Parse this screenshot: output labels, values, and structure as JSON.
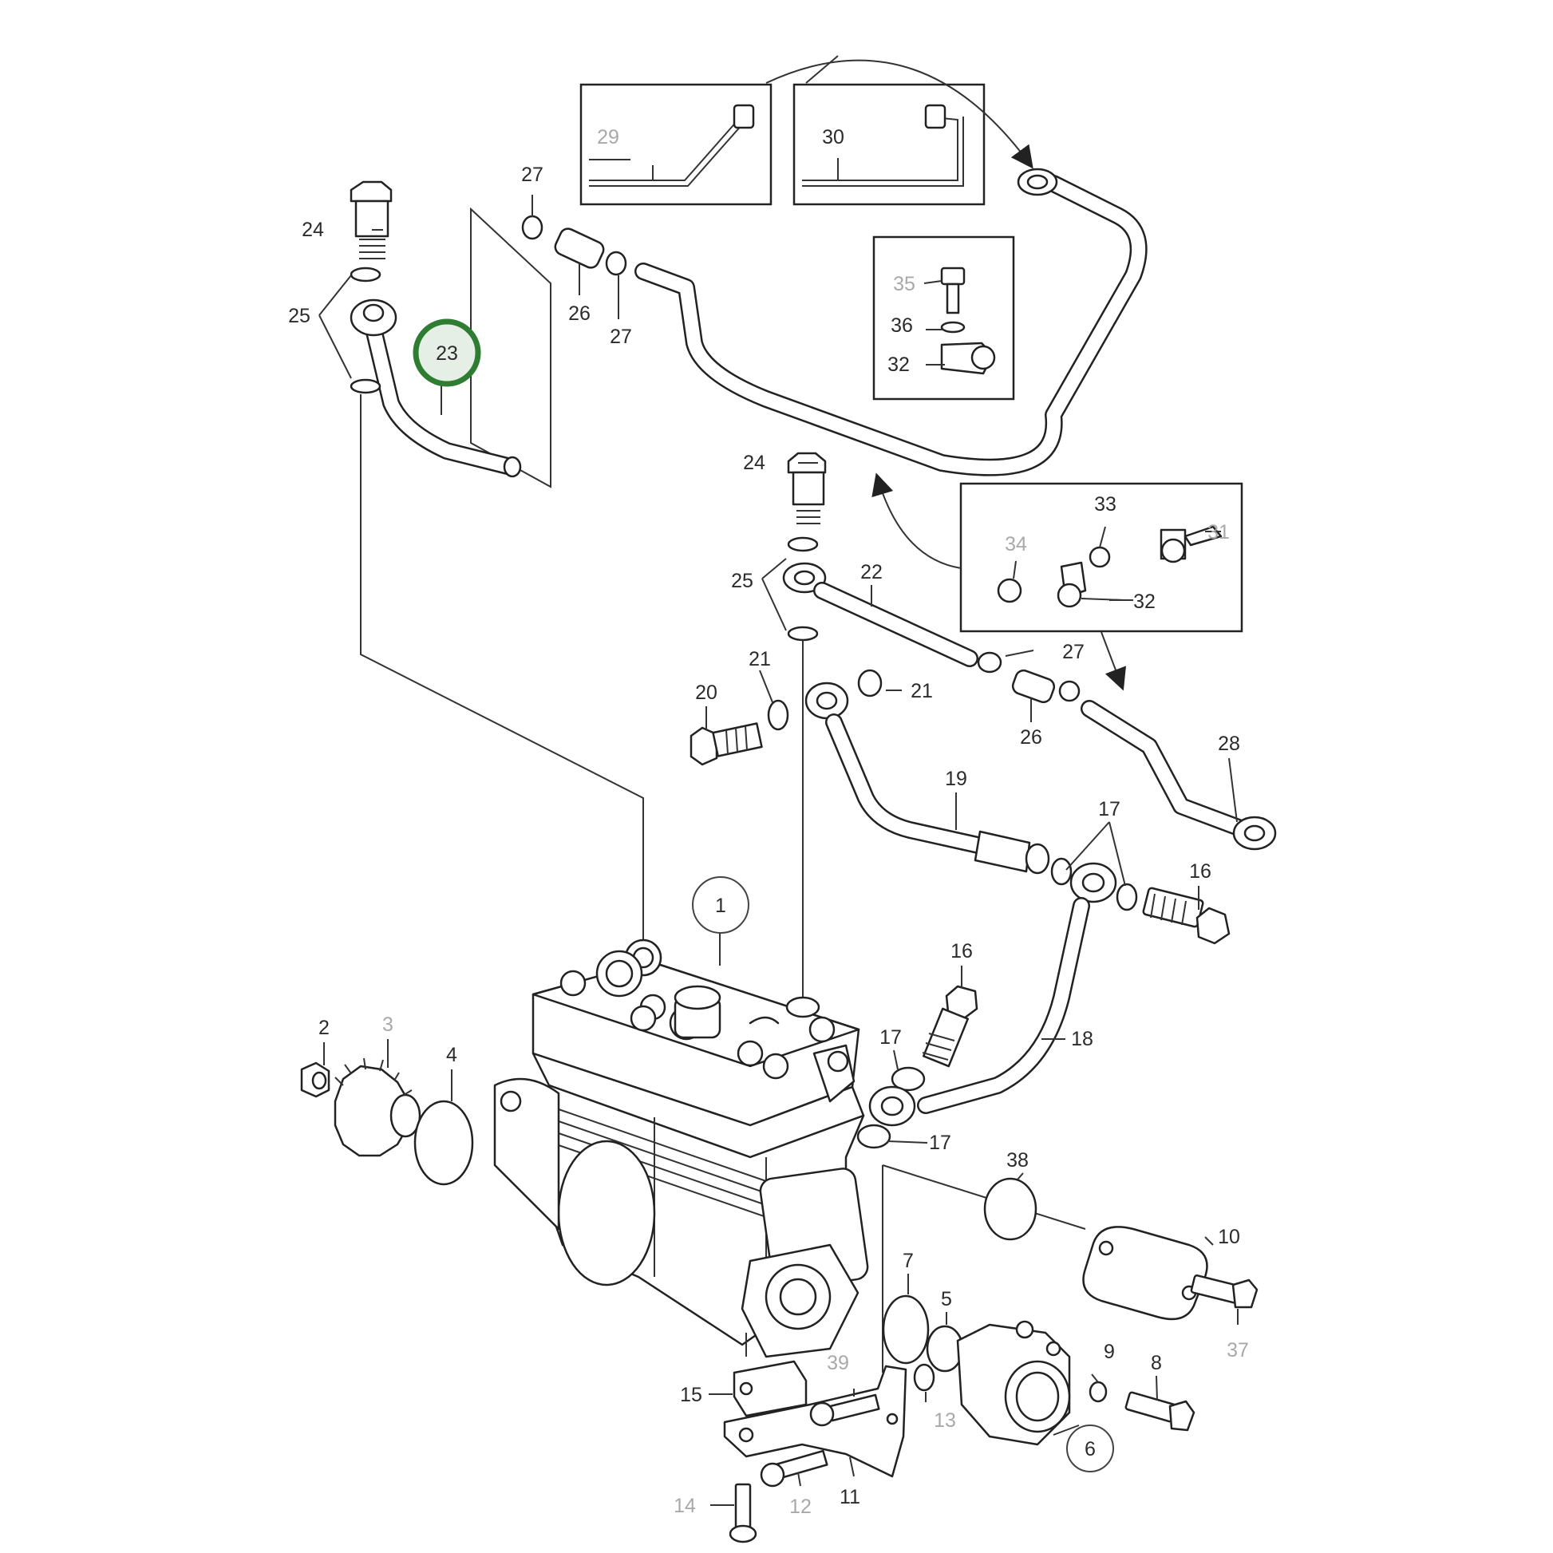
{
  "diagram": {
    "highlight_color": "#2e7d32",
    "highlighted_part": "23",
    "labels": {
      "l1": "1",
      "l2": "2",
      "l3": "3",
      "l4": "4",
      "l5": "5",
      "l6": "6",
      "l7": "7",
      "l8": "8",
      "l9": "9",
      "l10": "10",
      "l11": "11",
      "l12": "12",
      "l13": "13",
      "l14": "14",
      "l15": "15",
      "l16a": "16",
      "l16b": "16",
      "l17a": "17",
      "l17b": "17",
      "l17c": "17",
      "l18": "18",
      "l19": "19",
      "l20": "20",
      "l21a": "21",
      "l21b": "21",
      "l22": "22",
      "l23": "23",
      "l24a": "24",
      "l24b": "24",
      "l25a": "25",
      "l25b": "25",
      "l26a": "26",
      "l26b": "26",
      "l27a": "27",
      "l27b": "27",
      "l27c": "27",
      "l28": "28",
      "l29": "29",
      "l30": "30",
      "l31": "31",
      "l32a": "32",
      "l32b": "32",
      "l33": "33",
      "l34": "34",
      "l35": "35",
      "l36": "36",
      "l37": "37",
      "l38": "38",
      "l39": "39"
    }
  }
}
